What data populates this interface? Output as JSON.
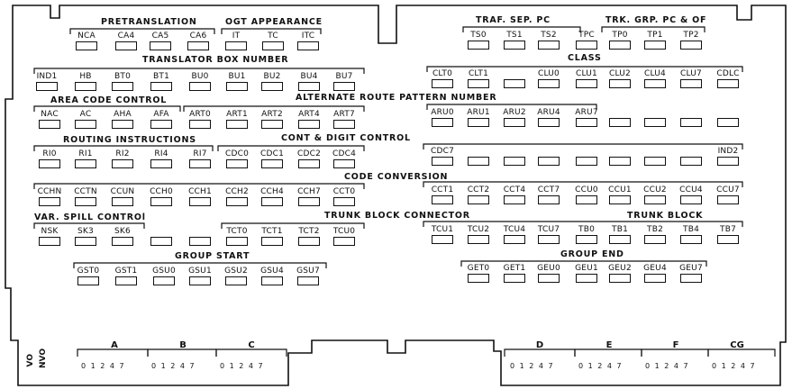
{
  "sections": {
    "pretranslation": "PRETRANSLATION",
    "ogt_appearance": "OGT APPEARANCE",
    "traf_sep_pc": "TRAF. SEP. PC",
    "trk_grp_pc_of": "TRK. GRP. PC & OF",
    "translator_box_number": "TRANSLATOR BOX NUMBER",
    "class": "CLASS",
    "area_code_control": "AREA CODE CONTROL",
    "alternate_route_pattern_number": "ALTERNATE ROUTE PATTERN NUMBER",
    "routing_instructions": "ROUTING INSTRUCTIONS",
    "cont_digit_control": "CONT & DIGIT CONTROL",
    "code_conversion": "CODE CONVERSION",
    "var_spill_control": "VAR. SPILL CONTROl",
    "trunk_block_connector": "TRUNK BLOCK CONNECTOR",
    "trunk_block": "TRUNK BLOCK",
    "group_start": "GROUP START",
    "group_end": "GROUP END"
  },
  "rows": {
    "r1a": [
      "NCA",
      "CA4",
      "CA5",
      "CA6"
    ],
    "r1b": [
      "IT",
      "TC",
      "ITC"
    ],
    "r1c": [
      "TS0",
      "TS1",
      "TS2",
      "TPC",
      "TP0",
      "TP1",
      "TP2"
    ],
    "r2": [
      "IND1",
      "HB",
      "BT0",
      "BT1",
      "BU0",
      "BU1",
      "BU2",
      "BU4",
      "BU7"
    ],
    "r2r": [
      "CLT0",
      "CLT1",
      "",
      "CLU0",
      "CLU1",
      "CLU2",
      "CLU4",
      "CLU7",
      "CDLC"
    ],
    "r3": [
      "NAC",
      "AC",
      "AHA",
      "AFA",
      "ART0",
      "ART1",
      "ART2",
      "ART4",
      "ART7"
    ],
    "r3r": [
      "ARU0",
      "ARU1",
      "ARU2",
      "ARU4",
      "ARU7",
      "",
      "",
      "",
      ""
    ],
    "r4": [
      "RI0",
      "RI1",
      "RI2",
      "RI4",
      "RI7",
      "CDC0",
      "CDC1",
      "CDC2",
      "CDC4"
    ],
    "r4r": [
      "CDC7",
      "",
      "",
      "",
      "",
      "",
      "",
      "",
      "IND2"
    ],
    "r5": [
      "CCHN",
      "CCTN",
      "CCUN",
      "CCH0",
      "CCH1",
      "CCH2",
      "CCH4",
      "CCH7",
      "CCT0"
    ],
    "r5r": [
      "CCT1",
      "CCT2",
      "CCT4",
      "CCT7",
      "CCU0",
      "CCU1",
      "CCU2",
      "CCU4",
      "CCU7"
    ],
    "r6": [
      "NSK",
      "SK3",
      "SK6",
      "",
      "",
      "TCT0",
      "TCT1",
      "TCT2",
      "TCU0"
    ],
    "r6r": [
      "TCU1",
      "TCU2",
      "TCU4",
      "TCU7",
      "TB0",
      "TB1",
      "TB2",
      "TB4",
      "TB7"
    ],
    "r7": [
      "GST0",
      "GST1",
      "GSU0",
      "GSU1",
      "GSU2",
      "GSU4",
      "GSU7"
    ],
    "r7r": [
      "GET0",
      "GET1",
      "GEU0",
      "GEU1",
      "GEU2",
      "GEU4",
      "GEU7"
    ]
  },
  "connectors": {
    "side_vo": "VO",
    "side_nvo": "NVO",
    "A": "A",
    "B": "B",
    "C": "C",
    "D": "D",
    "E": "E",
    "F": "F",
    "CG": "CG",
    "pins": "0 1 2 4 7"
  }
}
